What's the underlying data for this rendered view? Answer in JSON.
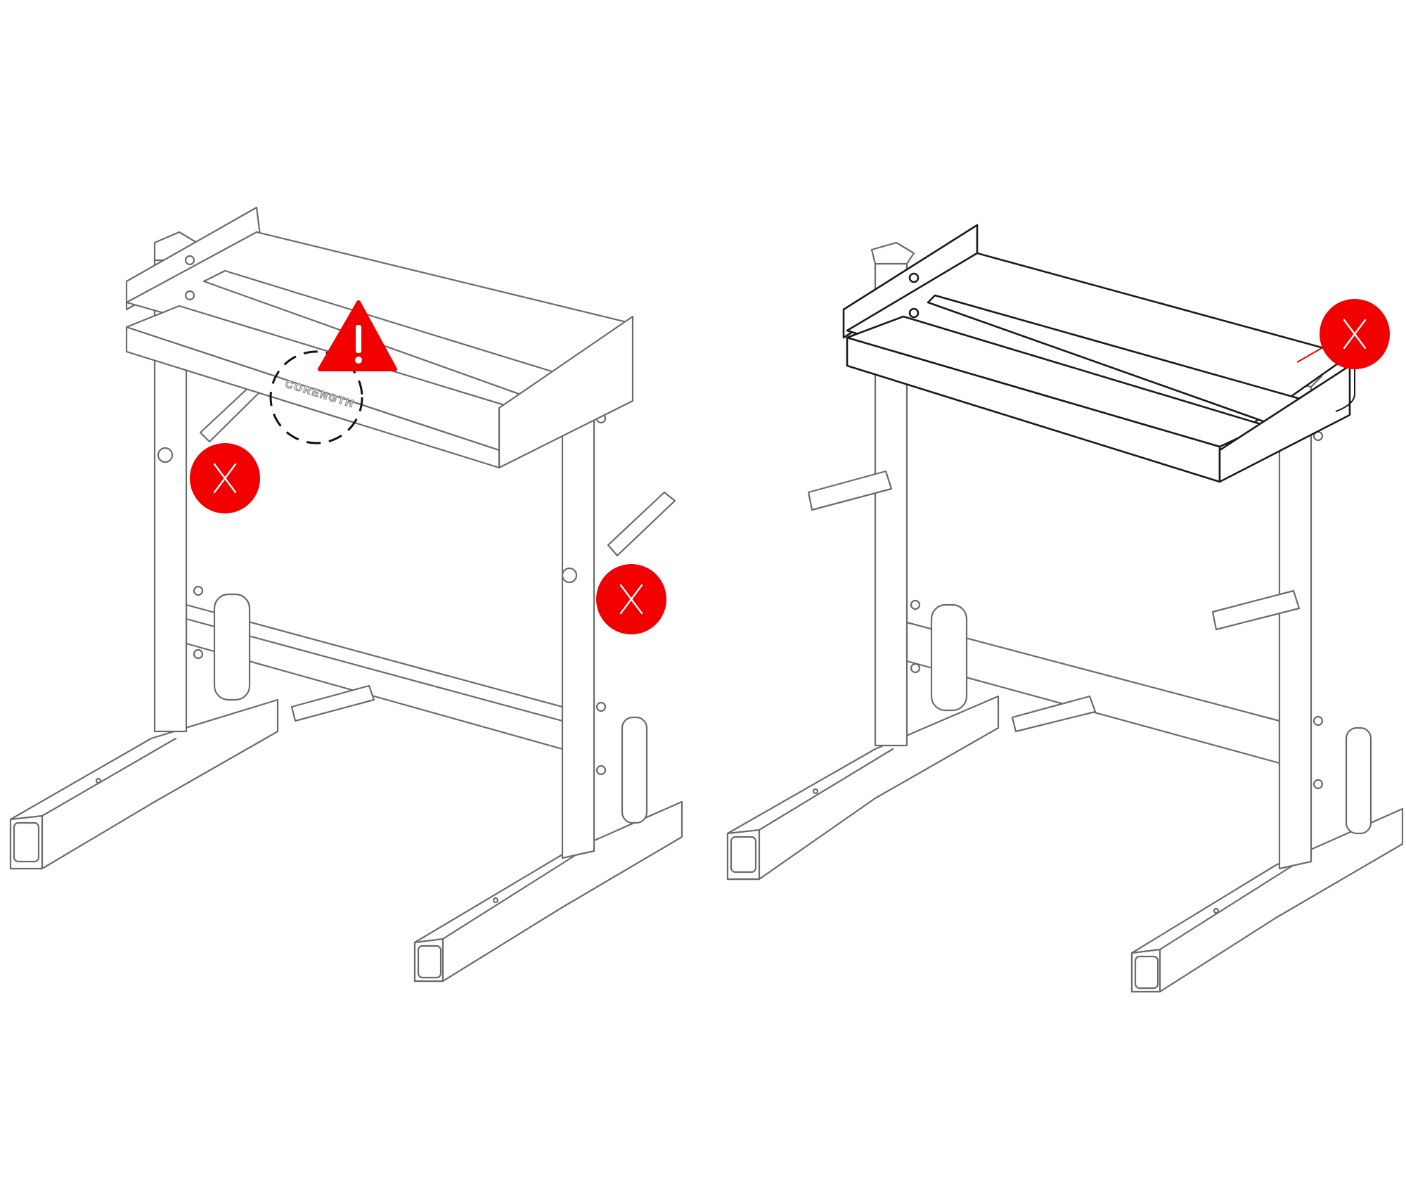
{
  "diagram": {
    "type": "assembly-instruction",
    "subject": "weight plate / dumbbell storage rack",
    "panels": [
      {
        "id": "left",
        "status": "incorrect",
        "brand_label": "CORENGTH",
        "markers": [
          {
            "type": "warning",
            "symbol": "!",
            "target": "brand label orientation"
          },
          {
            "type": "cross",
            "symbol": "X",
            "target": "upper-left peg"
          },
          {
            "type": "cross",
            "symbol": "X",
            "target": "upper-right peg"
          }
        ]
      },
      {
        "id": "right",
        "status": "incorrect",
        "markers": [
          {
            "type": "cross",
            "symbol": "X",
            "target": "tray side plate"
          }
        ]
      }
    ],
    "colors": {
      "alert": "#f20000",
      "line": "#6b6b6b",
      "highlight": "#1a1a1a",
      "background": "#ffffff"
    }
  }
}
